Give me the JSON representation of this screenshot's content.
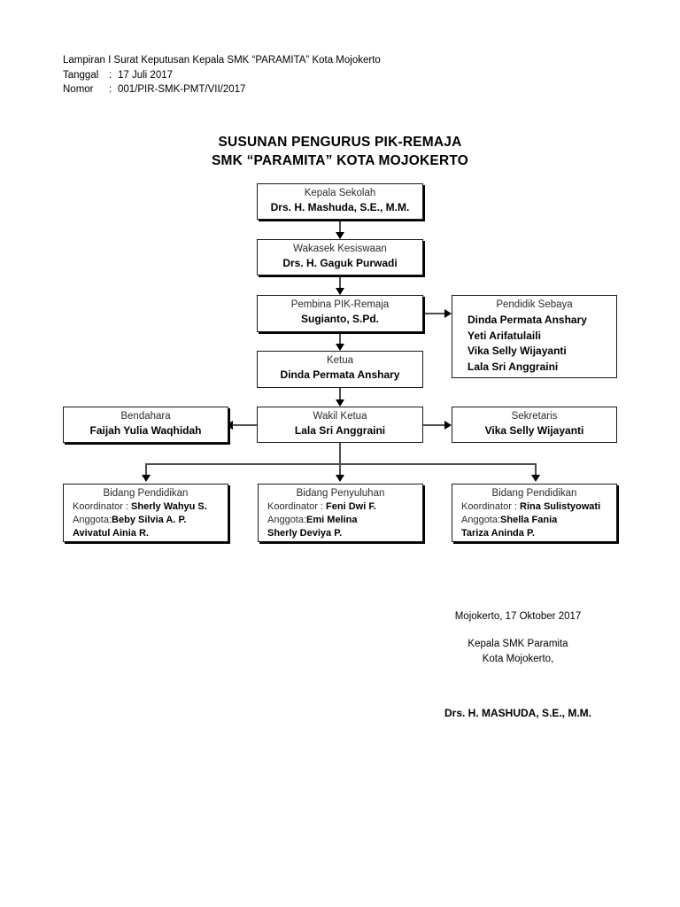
{
  "letterhead": {
    "line1": "Lampiran I Surat Keputusan Kepala SMK “PARAMITA” Kota Mojokerto",
    "tanggal_label": "Tanggal",
    "tanggal_sep": ":",
    "tanggal_value": "17 Juli 2017",
    "nomor_label": "Nomor",
    "nomor_sep": ":",
    "nomor_value": "001/PIR-SMK-PMT/VII/2017"
  },
  "title": {
    "line1": "SUSUNAN PENGURUS PIK-REMAJA",
    "line2": "SMK “PARAMITA” KOTA MOJOKERTO"
  },
  "chart_data": {
    "type": "diagram",
    "diagram_kind": "organizational-chart",
    "nodes": [
      {
        "id": "kepala_sekolah",
        "role": "Kepala Sekolah",
        "person": "Drs. H. Mashuda, S.E., M.M."
      },
      {
        "id": "wakasek",
        "role": "Wakasek Kesiswaan",
        "person": "Drs. H. Gaguk Purwadi"
      },
      {
        "id": "pembina",
        "role": "Pembina PIK-Remaja",
        "person": "Sugianto, S.Pd."
      },
      {
        "id": "ketua",
        "role": "Ketua",
        "person": "Dinda Permata Anshary"
      },
      {
        "id": "wakil_ketua",
        "role": "Wakil Ketua",
        "person": "Lala Sri Anggraini"
      },
      {
        "id": "bendahara",
        "role": "Bendahara",
        "person": "Faijah Yulia Waqhidah"
      },
      {
        "id": "sekretaris",
        "role": "Sekretaris",
        "person": "Vika Selly Wijayanti"
      }
    ],
    "pendidik_sebaya": {
      "role": "Pendidik Sebaya",
      "members": [
        "Dinda Permata Anshary",
        "Yeti Arifatulaili",
        "Vika Selly Wijayanti",
        "Lala Sri Anggraini"
      ]
    },
    "bidang": [
      {
        "id": "bidang_pendidikan_1",
        "role": "Bidang Pendidikan",
        "koordinator_label": "Koordinator :",
        "koordinator": "Sherly Wahyu S.",
        "anggota_label": "Anggota:",
        "anggota_1": "Beby Silvia A. P.",
        "anggota_2": "Avivatul Ainia R."
      },
      {
        "id": "bidang_penyuluhan",
        "role": "Bidang Penyuluhan",
        "koordinator_label": "Koordinator :",
        "koordinator": "Feni Dwi F.",
        "anggota_label": "Anggota:",
        "anggota_1": "Emi Melina",
        "anggota_2": "Sherly Deviya P."
      },
      {
        "id": "bidang_pendidikan_2",
        "role": "Bidang Pendidikan",
        "koordinator_label": "Koordinator :",
        "koordinator": "Rina Sulistyowati",
        "anggota_label": "Anggota:",
        "anggota_1": "Shella Fania",
        "anggota_2": "Tariza Aninda P."
      }
    ],
    "edges": [
      {
        "from": "kepala_sekolah",
        "to": "wakasek",
        "direction": "down"
      },
      {
        "from": "wakasek",
        "to": "pembina",
        "direction": "down"
      },
      {
        "from": "pembina",
        "to": "pendidik_sebaya",
        "direction": "right"
      },
      {
        "from": "pembina",
        "to": "ketua",
        "direction": "down"
      },
      {
        "from": "ketua",
        "to": "wakil_ketua",
        "direction": "down"
      },
      {
        "from": "wakil_ketua",
        "to": "bendahara",
        "direction": "left"
      },
      {
        "from": "wakil_ketua",
        "to": "sekretaris",
        "direction": "right"
      },
      {
        "from": "wakil_ketua",
        "to": "bidang_pendidikan_1",
        "direction": "down"
      },
      {
        "from": "wakil_ketua",
        "to": "bidang_penyuluhan",
        "direction": "down"
      },
      {
        "from": "wakil_ketua",
        "to": "bidang_pendidikan_2",
        "direction": "down"
      }
    ]
  },
  "signature": {
    "place_date": "Mojokerto, 17 Oktober 2017",
    "office": "Kepala SMK Paramita",
    "city": "Kota Mojokerto,",
    "name": "Drs. H. MASHUDA, S.E., M.M."
  },
  "colors": {
    "ink": "#000000",
    "muted_ink": "#2b2b2b",
    "connector": "#4d4d4d",
    "paper": "#ffffff"
  }
}
